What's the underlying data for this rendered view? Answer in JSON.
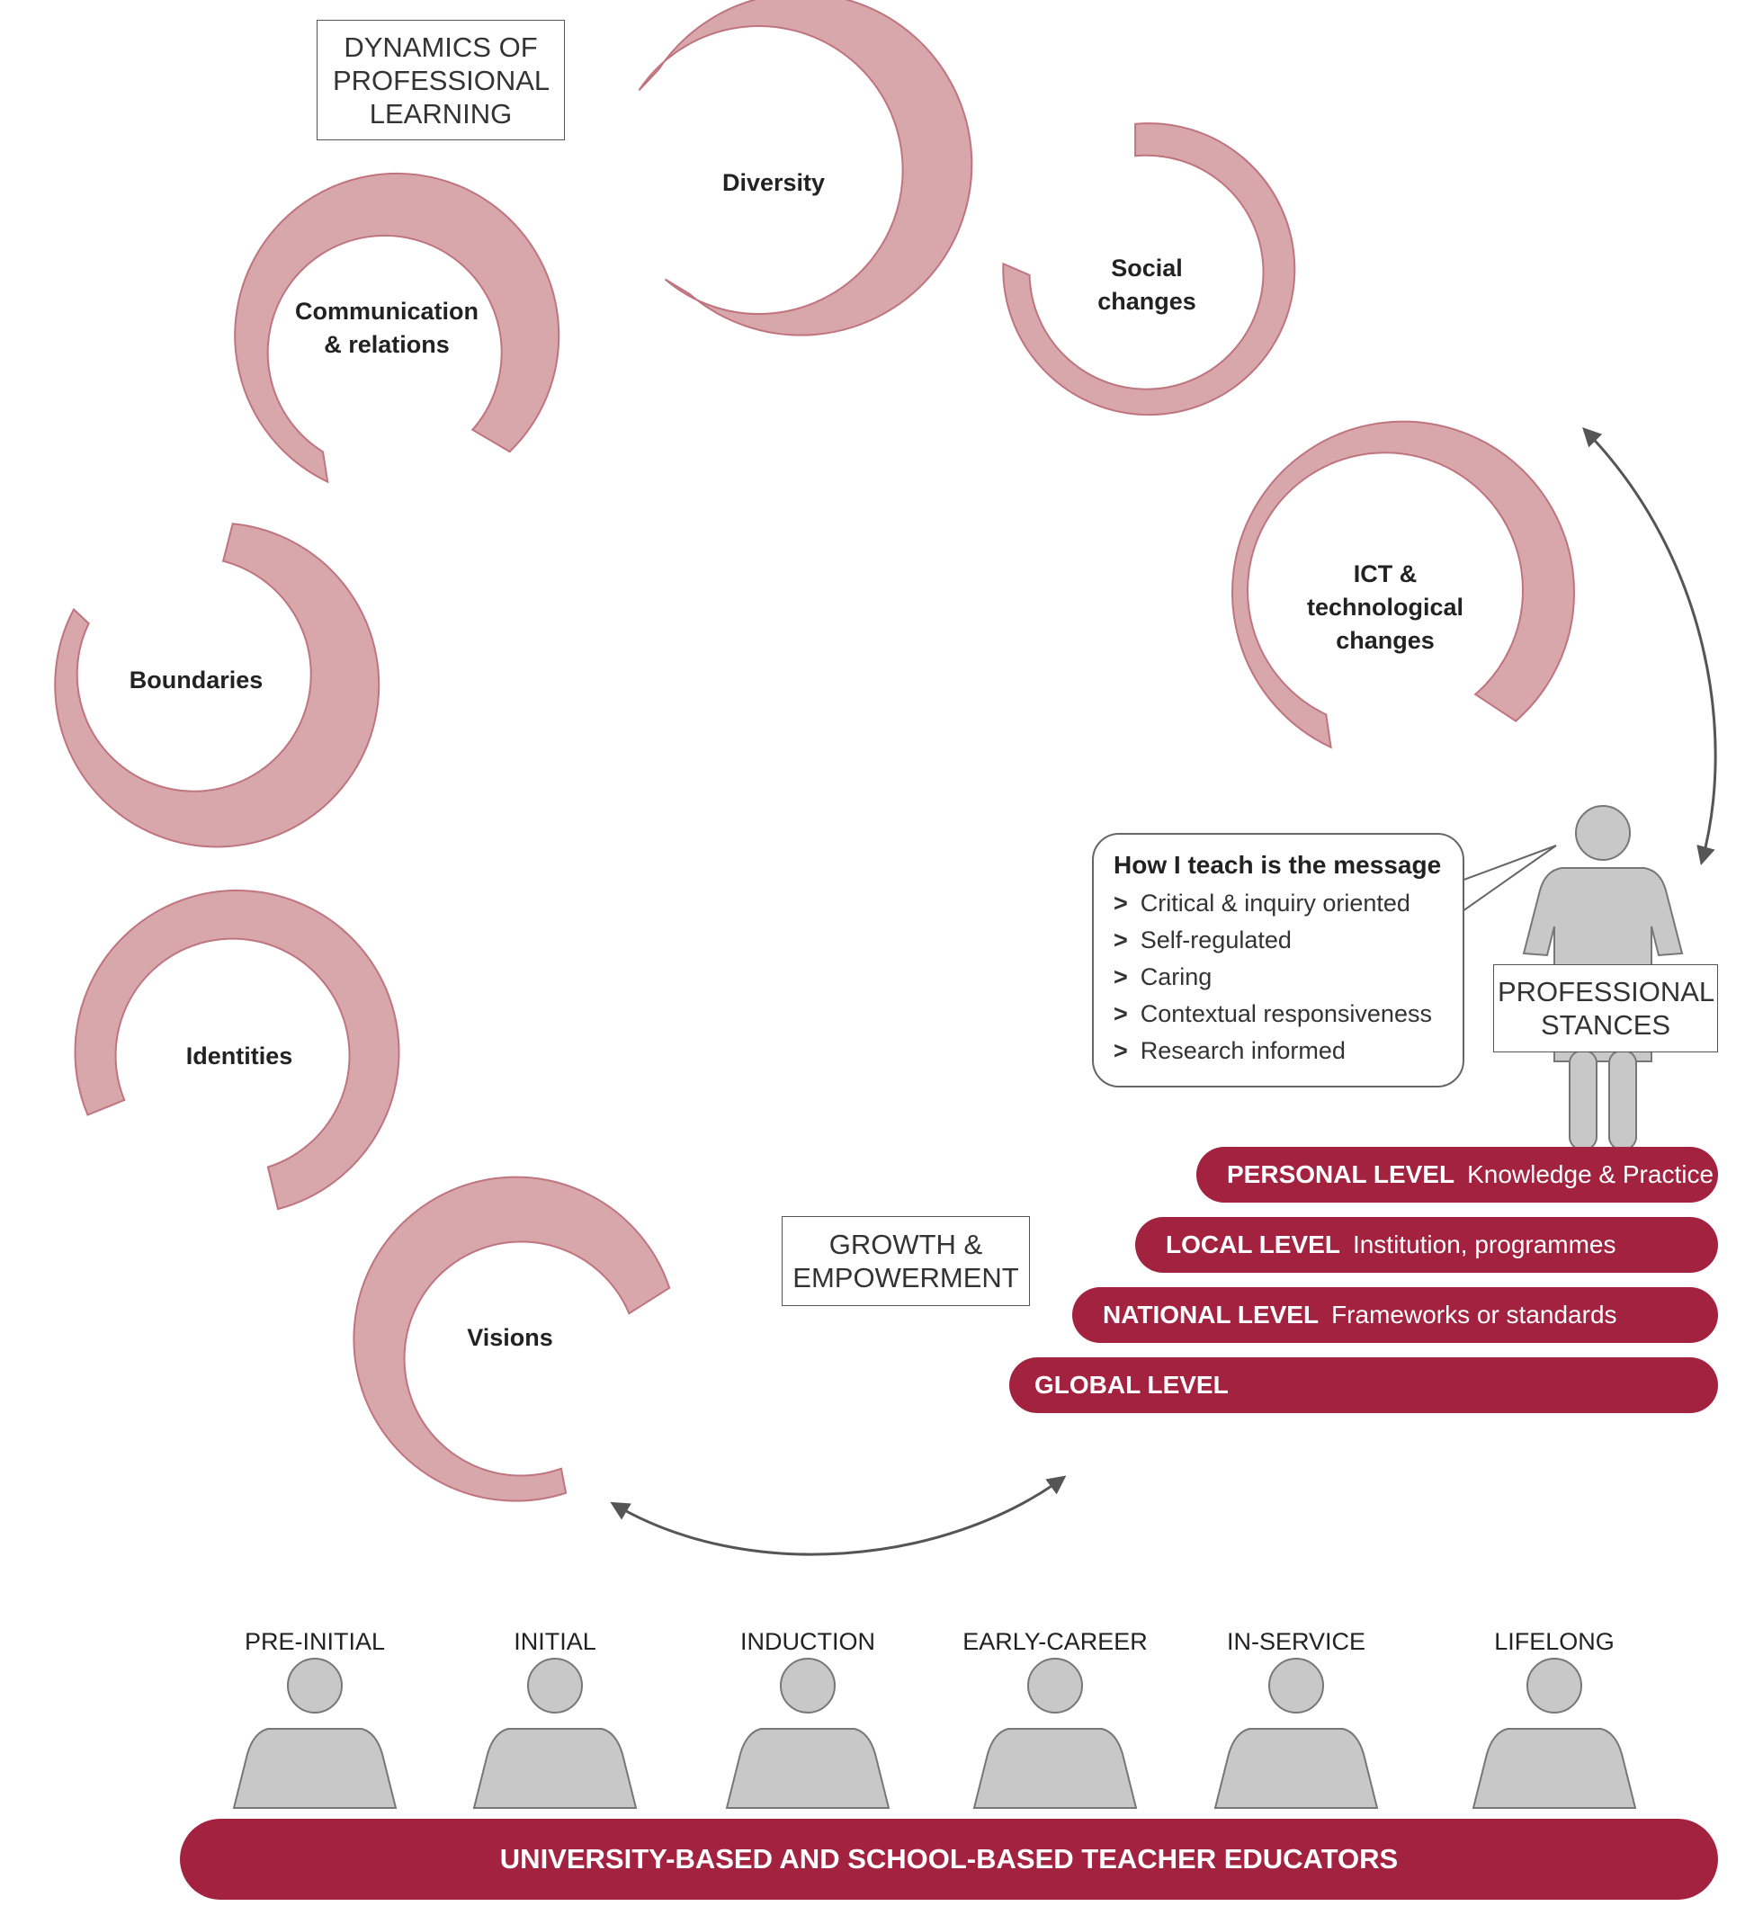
{
  "title_box": "DYNAMICS OF PROFESSIONAL LEARNING",
  "growth_box": "GROWTH & EMPOWERMENT",
  "stances_box": "PROFESSIONAL STANCES",
  "rings": [
    {
      "id": "diversity",
      "label": "Diversity"
    },
    {
      "id": "social",
      "label": "Social changes"
    },
    {
      "id": "communication",
      "label": "Communication & relations"
    },
    {
      "id": "ict",
      "label": "ICT & technological changes"
    },
    {
      "id": "boundaries",
      "label": "Boundaries"
    },
    {
      "id": "identities",
      "label": "Identities"
    },
    {
      "id": "visions",
      "label": "Visions"
    }
  ],
  "bubble": {
    "title": "How I teach is the message",
    "items": [
      "Critical & inquiry oriented",
      "Self-regulated",
      "Caring",
      "Contextual responsiveness",
      "Research informed"
    ],
    "bullet": ">"
  },
  "levels": [
    {
      "name": "PERSONAL LEVEL",
      "desc": "Knowledge & Practice"
    },
    {
      "name": "LOCAL LEVEL",
      "desc": "Institution, programmes"
    },
    {
      "name": "NATIONAL LEVEL",
      "desc": "Frameworks or standards"
    },
    {
      "name": "GLOBAL LEVEL",
      "desc": ""
    }
  ],
  "stages": [
    "PRE-INITIAL",
    "INITIAL",
    "INDUCTION",
    "EARLY-CAREER",
    "IN-SERVICE",
    "LIFELONG"
  ],
  "footer": "UNIVERSITY-BASED AND SCHOOL-BASED TEACHER EDUCATORS",
  "colors": {
    "ring_fill": "#d8a7ab",
    "ring_stroke": "#c0747e",
    "accent": "#a3223f",
    "person": "#c8c8c8",
    "person_stroke": "#777777",
    "arrow": "#555555"
  }
}
